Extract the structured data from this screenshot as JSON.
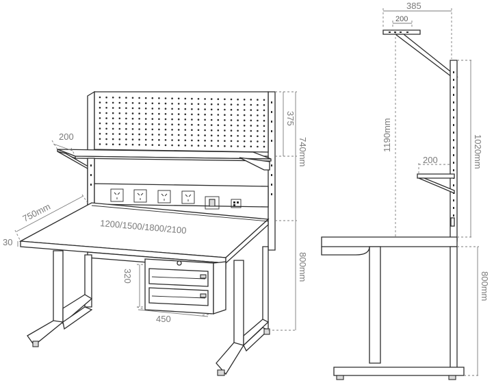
{
  "front_view": {
    "labels": {
      "shelf_depth": "200",
      "desk_depth": "750mm",
      "desk_thickness": "30",
      "desk_widths": "1200/1500/1800/2100",
      "pegboard_height": "375",
      "upright_height": "740mm",
      "desk_height": "800mm",
      "drawer_height": "320",
      "drawer_width": "450"
    }
  },
  "side_view": {
    "labels": {
      "top_shelf_depth": "385",
      "top_shelf_inner": "200",
      "total_upright": "1190mm",
      "upper_frame": "1020mm",
      "lower_shelf_depth": "200",
      "desk_height": "800mm"
    }
  },
  "colors": {
    "line": "#2b2b2b",
    "dimension": "#7a7a7a",
    "background": "#ffffff"
  },
  "icons": [
    "socket-icon",
    "switch-icon",
    "network-port-icon"
  ]
}
